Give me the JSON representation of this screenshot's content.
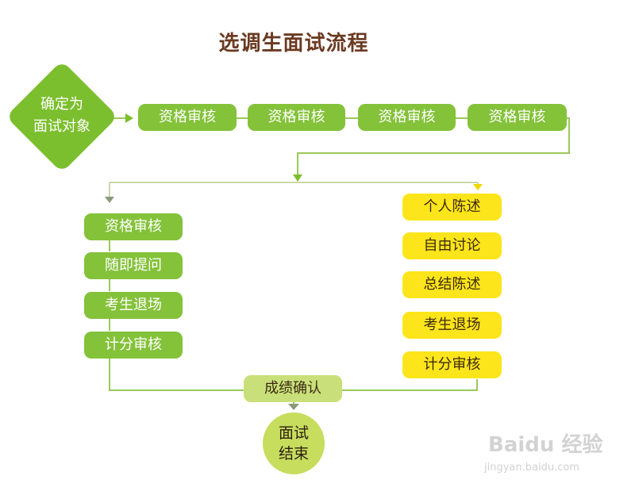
{
  "title": "选调生面试流程",
  "start": {
    "line1": "确定为",
    "line2": "面试对象"
  },
  "top_row": [
    "资格审核",
    "资格审核",
    "资格审核",
    "资格审核"
  ],
  "left_branch": [
    "资格审核",
    "随即提问",
    "考生退场",
    "计分审核"
  ],
  "right_branch": [
    "个人陈述",
    "自由讨论",
    "总结陈述",
    "考生退场",
    "计分审核"
  ],
  "merge": "成绩确认",
  "end": {
    "line1": "面试",
    "line2": "结束"
  },
  "watermark": {
    "main": "Baidu 经验",
    "sub": "jingyan.baidu.com"
  },
  "colors": {
    "title": "#6b3a22",
    "green": "#84c23a",
    "yellow": "#fce51a",
    "lightgreen": "#c9e07a",
    "end": "#c6dd5e",
    "line": "#9bc85a"
  }
}
